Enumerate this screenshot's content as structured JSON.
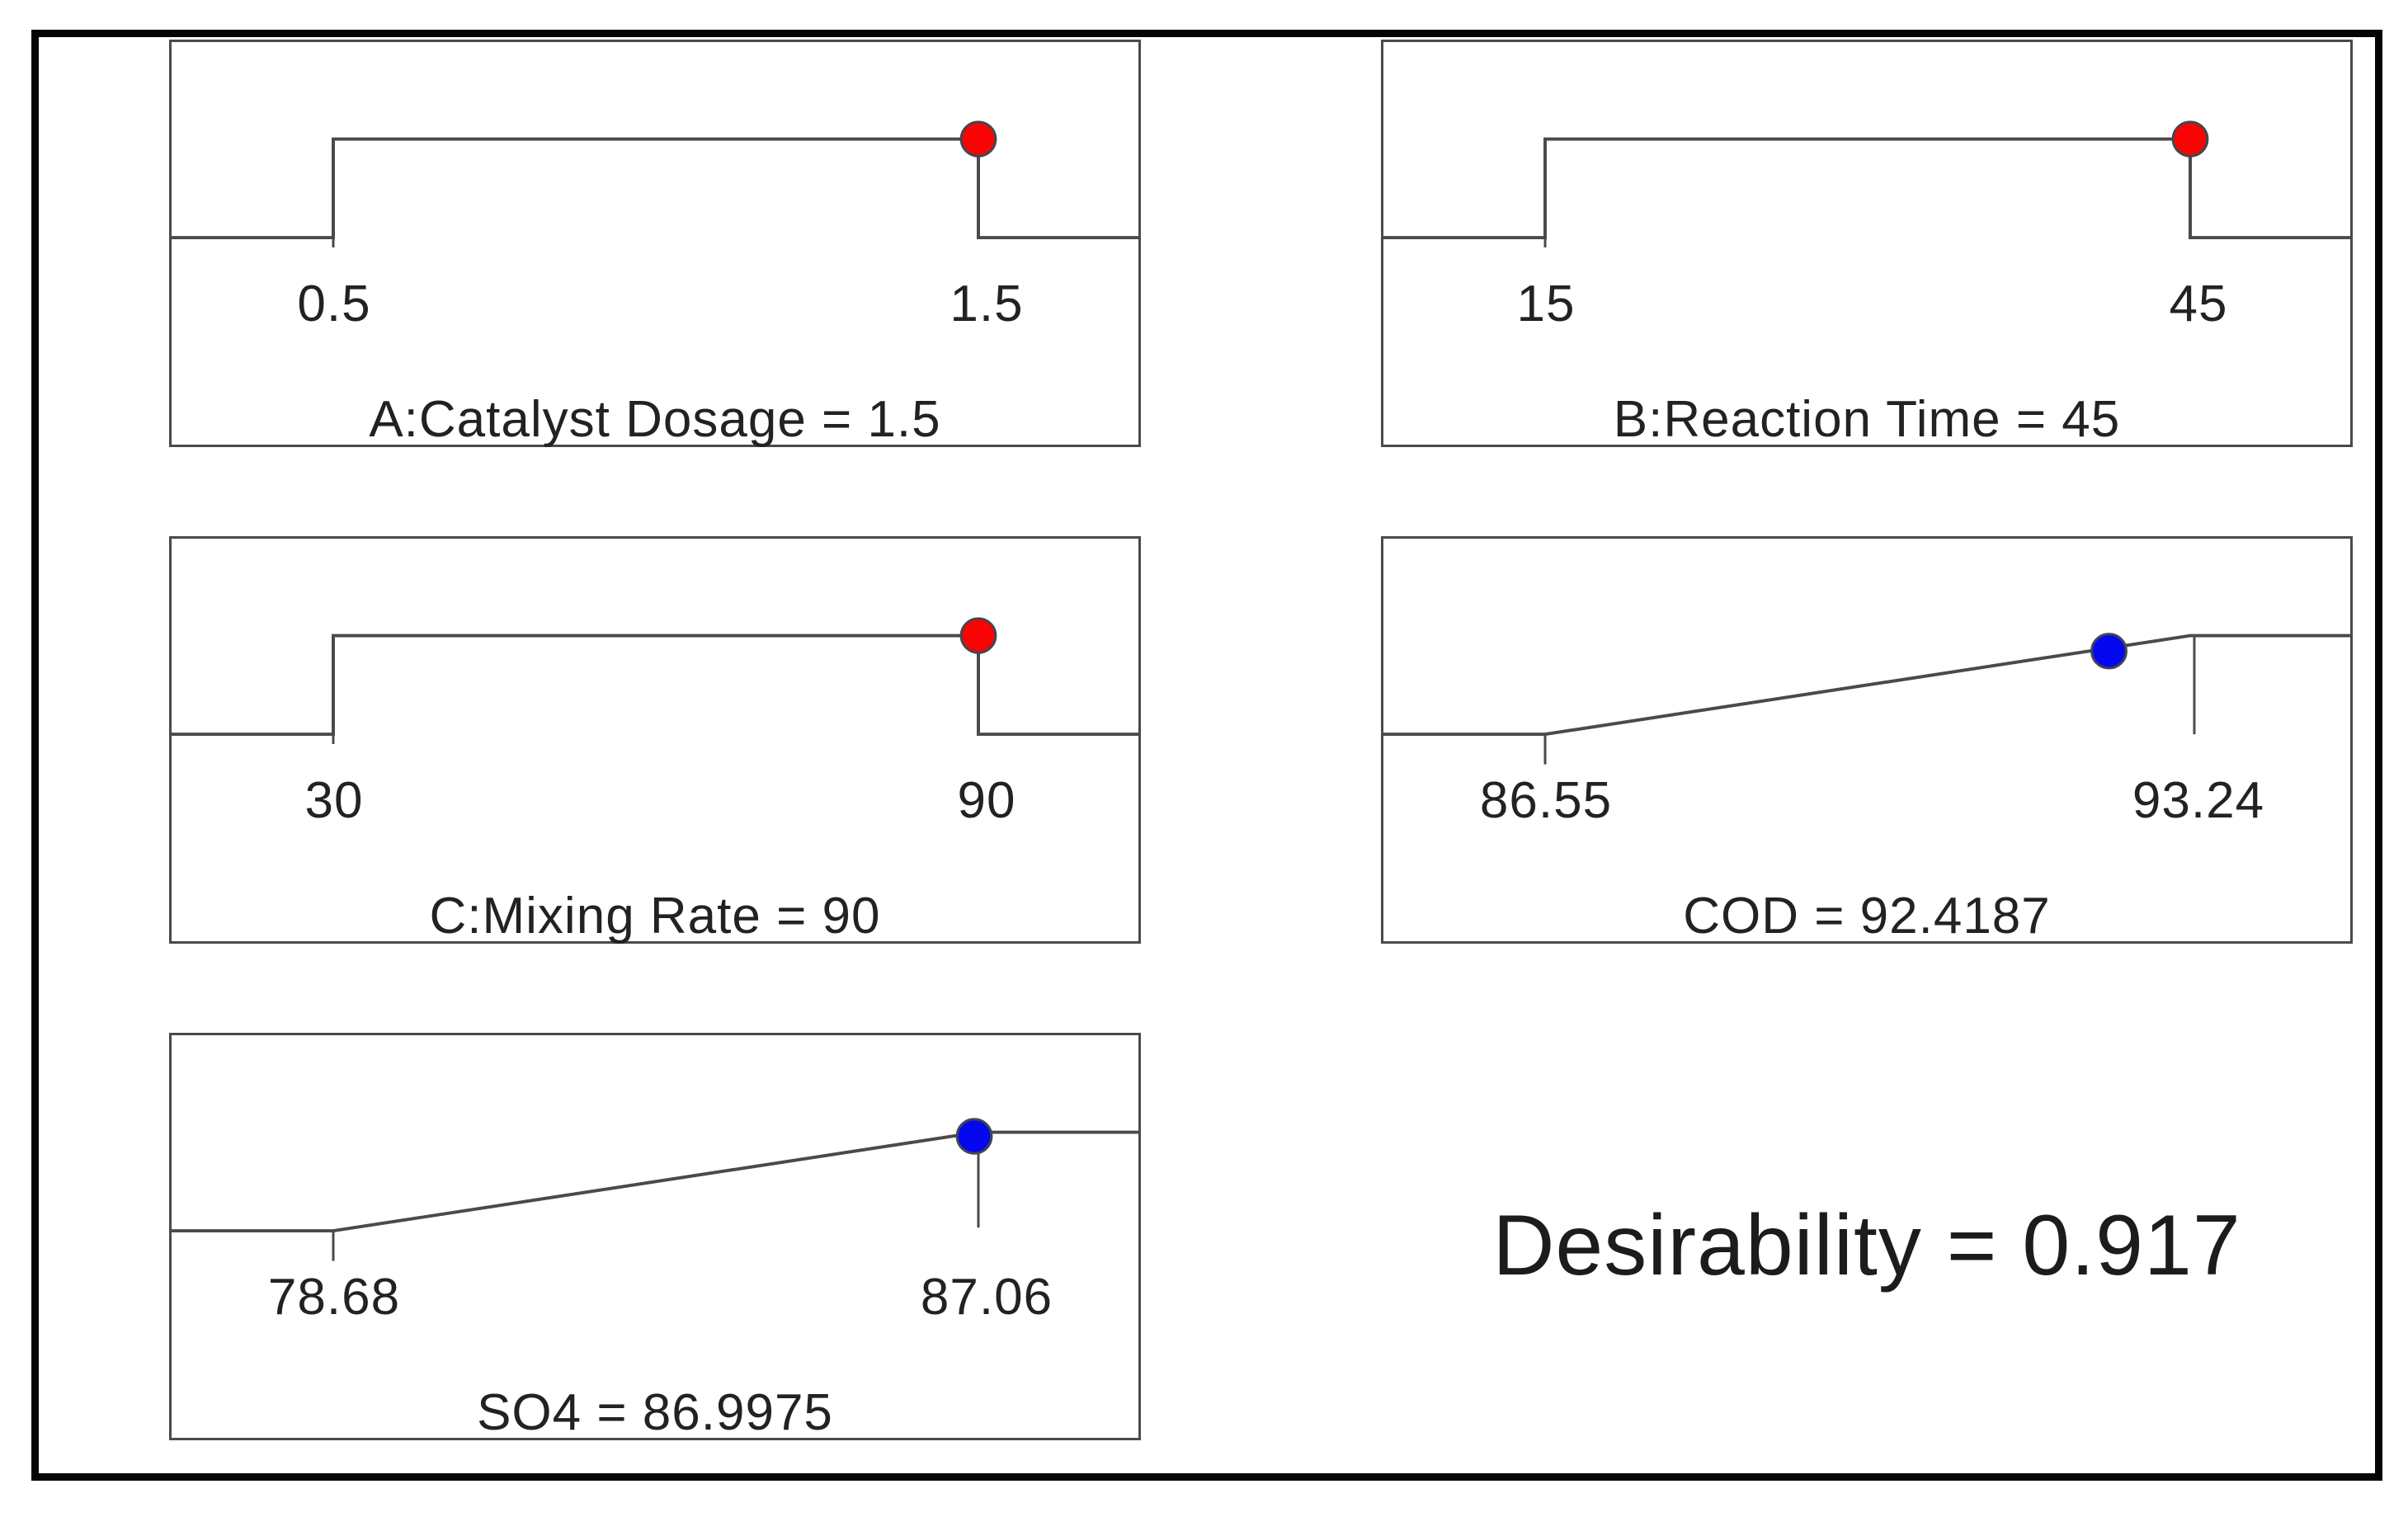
{
  "figure": {
    "desirability_text": "Desirability = 0.917",
    "line_color": "#4a4a4a",
    "factor_marker_color": "#f90404",
    "response_marker_color": "#0508ee"
  },
  "panels": [
    {
      "id": "factor-catalyst-dosage",
      "title": "A:Catalyst Dosage = 1.5",
      "left_tick": "0.5",
      "right_tick": "1.5",
      "marker_color": "#f90404"
    },
    {
      "id": "factor-reaction-time",
      "title": "B:Reaction Time = 45",
      "left_tick": "15",
      "right_tick": "45",
      "marker_color": "#f90404"
    },
    {
      "id": "factor-mixing-rate",
      "title": "C:Mixing Rate = 90",
      "left_tick": "30",
      "right_tick": "90",
      "marker_color": "#f90404"
    },
    {
      "id": "response-cod",
      "title": "COD = 92.4187",
      "left_tick": "86.55",
      "right_tick": "93.24",
      "marker_color": "#0508ee"
    },
    {
      "id": "response-so4",
      "title": "SO4 = 86.9975",
      "left_tick": "78.68",
      "right_tick": "87.06",
      "marker_color": "#0508ee"
    }
  ],
  "chart_data": [
    {
      "type": "line",
      "variant": "desirability-ramp",
      "role": "factor",
      "name": "A:Catalyst Dosage",
      "range": [
        0.5,
        1.5
      ],
      "tick_labels": [
        "0.5",
        "1.5"
      ],
      "selected_value": 1.5,
      "title": "A:Catalyst Dosage = 1.5",
      "marker": "red",
      "marker_position": "right-step-top",
      "shape": "low plateau, step up at 0.5, high plateau, step down at 1.5, low plateau"
    },
    {
      "type": "line",
      "variant": "desirability-ramp",
      "role": "factor",
      "name": "B:Reaction Time",
      "range": [
        15,
        45
      ],
      "tick_labels": [
        "15",
        "45"
      ],
      "selected_value": 45,
      "title": "B:Reaction Time = 45",
      "marker": "red",
      "marker_position": "right-step-top",
      "shape": "low plateau, step up at 15, high plateau, step down at 45, low plateau"
    },
    {
      "type": "line",
      "variant": "desirability-ramp",
      "role": "factor",
      "name": "C:Mixing Rate",
      "range": [
        30,
        90
      ],
      "tick_labels": [
        "30",
        "90"
      ],
      "selected_value": 90,
      "title": "C:Mixing Rate = 90",
      "marker": "red",
      "marker_position": "right-step-top",
      "shape": "low plateau, step up at 30, high plateau, step down at 90, low plateau"
    },
    {
      "type": "line",
      "variant": "desirability-ramp",
      "role": "response",
      "name": "COD",
      "range": [
        86.55,
        93.24
      ],
      "tick_labels": [
        "86.55",
        "93.24"
      ],
      "predicted_value": 92.4187,
      "title": "COD = 92.4187",
      "marker": "blue",
      "marker_position": "on rising diagonal near top",
      "shape": "low plateau to 86.55, rising diagonal from 86.55 to 93.24, high plateau"
    },
    {
      "type": "line",
      "variant": "desirability-ramp",
      "role": "response",
      "name": "SO4",
      "range": [
        78.68,
        87.06
      ],
      "tick_labels": [
        "78.68",
        "87.06"
      ],
      "predicted_value": 86.9975,
      "title": "SO4 = 86.9975",
      "marker": "blue",
      "marker_position": "at diagonal/plateau junction",
      "shape": "low plateau to 78.68, rising diagonal from 78.68 to 87.06, high plateau"
    },
    {
      "type": "text",
      "name": "Desirability",
      "value": 0.917,
      "title": "Desirability = 0.917"
    }
  ]
}
